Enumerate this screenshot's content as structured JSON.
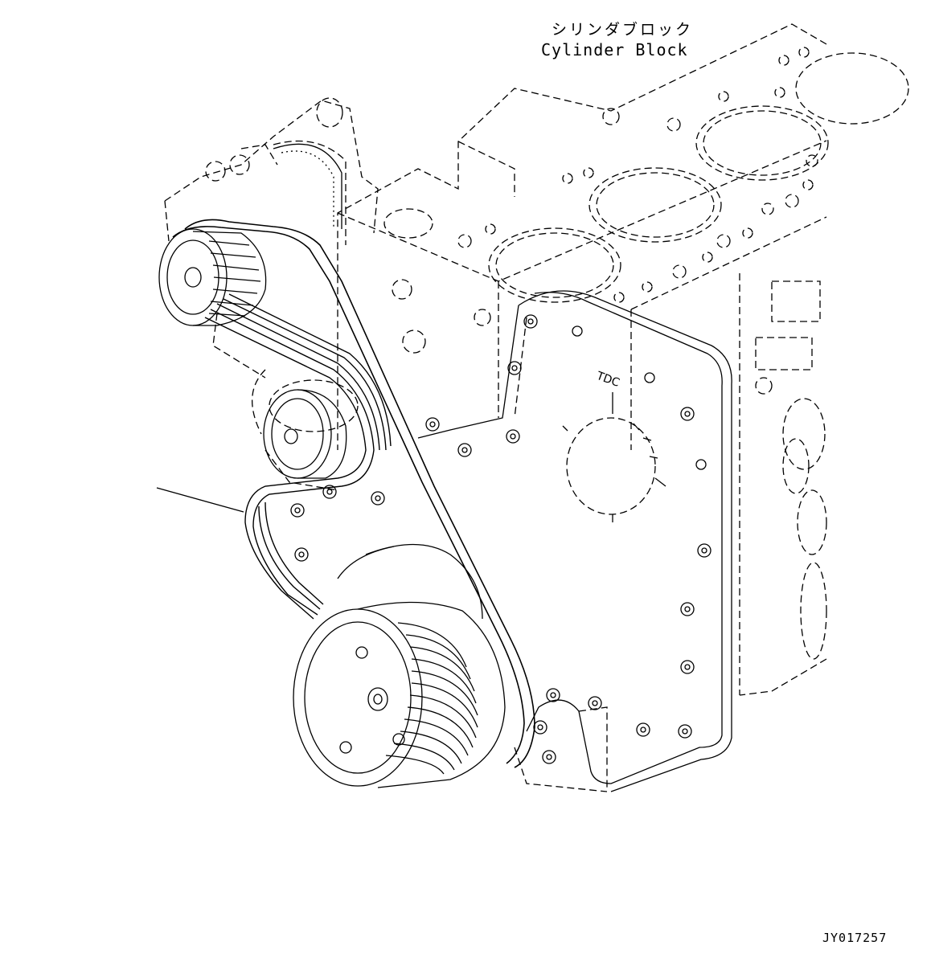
{
  "labels": {
    "cylinder_block_jp": "シリンダブロック",
    "cylinder_block_en": "Cylinder Block",
    "timing_mark": "TDC",
    "figure_id": "JY017257"
  },
  "colors": {
    "line": "#000000",
    "background": "#ffffff"
  }
}
